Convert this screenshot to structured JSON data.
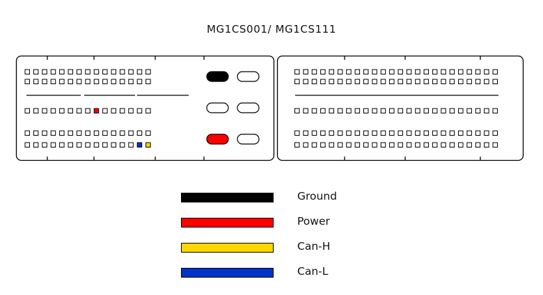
{
  "title": "MG1CS001/ MG1CS111",
  "colors": {
    "outline": "#000000",
    "ground": "#000000",
    "power": "#ff0000",
    "can_h": "#ffd700",
    "can_l": "#0033cc"
  },
  "connector": {
    "left_block": {
      "pin_rows": [
        {
          "pins": 15,
          "highlights": []
        },
        {
          "pins": 15,
          "highlights": []
        },
        {
          "pins": 15,
          "highlights": [
            {
              "pin": 9,
              "signal": "power"
            }
          ]
        },
        {
          "pins": 15,
          "highlights": []
        },
        {
          "pins": 15,
          "highlights": [
            {
              "pin": 14,
              "signal": "can_l"
            },
            {
              "pin": 15,
              "signal": "can_h"
            }
          ]
        }
      ],
      "large_pins": [
        {
          "row": 1,
          "col": 1,
          "signal": "ground"
        },
        {
          "row": 1,
          "col": 2,
          "signal": null
        },
        {
          "row": 2,
          "col": 1,
          "signal": null
        },
        {
          "row": 2,
          "col": 2,
          "signal": null
        },
        {
          "row": 3,
          "col": 1,
          "signal": "power"
        },
        {
          "row": 3,
          "col": 2,
          "signal": null
        }
      ]
    },
    "right_block": {
      "pin_rows": [
        {
          "pins": 24,
          "highlights": []
        },
        {
          "pins": 24,
          "highlights": []
        },
        {
          "pins": 24,
          "highlights": []
        },
        {
          "pins": 24,
          "highlights": []
        },
        {
          "pins": 24,
          "highlights": []
        }
      ]
    }
  },
  "legend": [
    {
      "label": "Ground",
      "color": "#000000"
    },
    {
      "label": "Power",
      "color": "#ff0000"
    },
    {
      "label": "Can-H",
      "color": "#ffd700"
    },
    {
      "label": "Can-L",
      "color": "#0033cc"
    }
  ]
}
